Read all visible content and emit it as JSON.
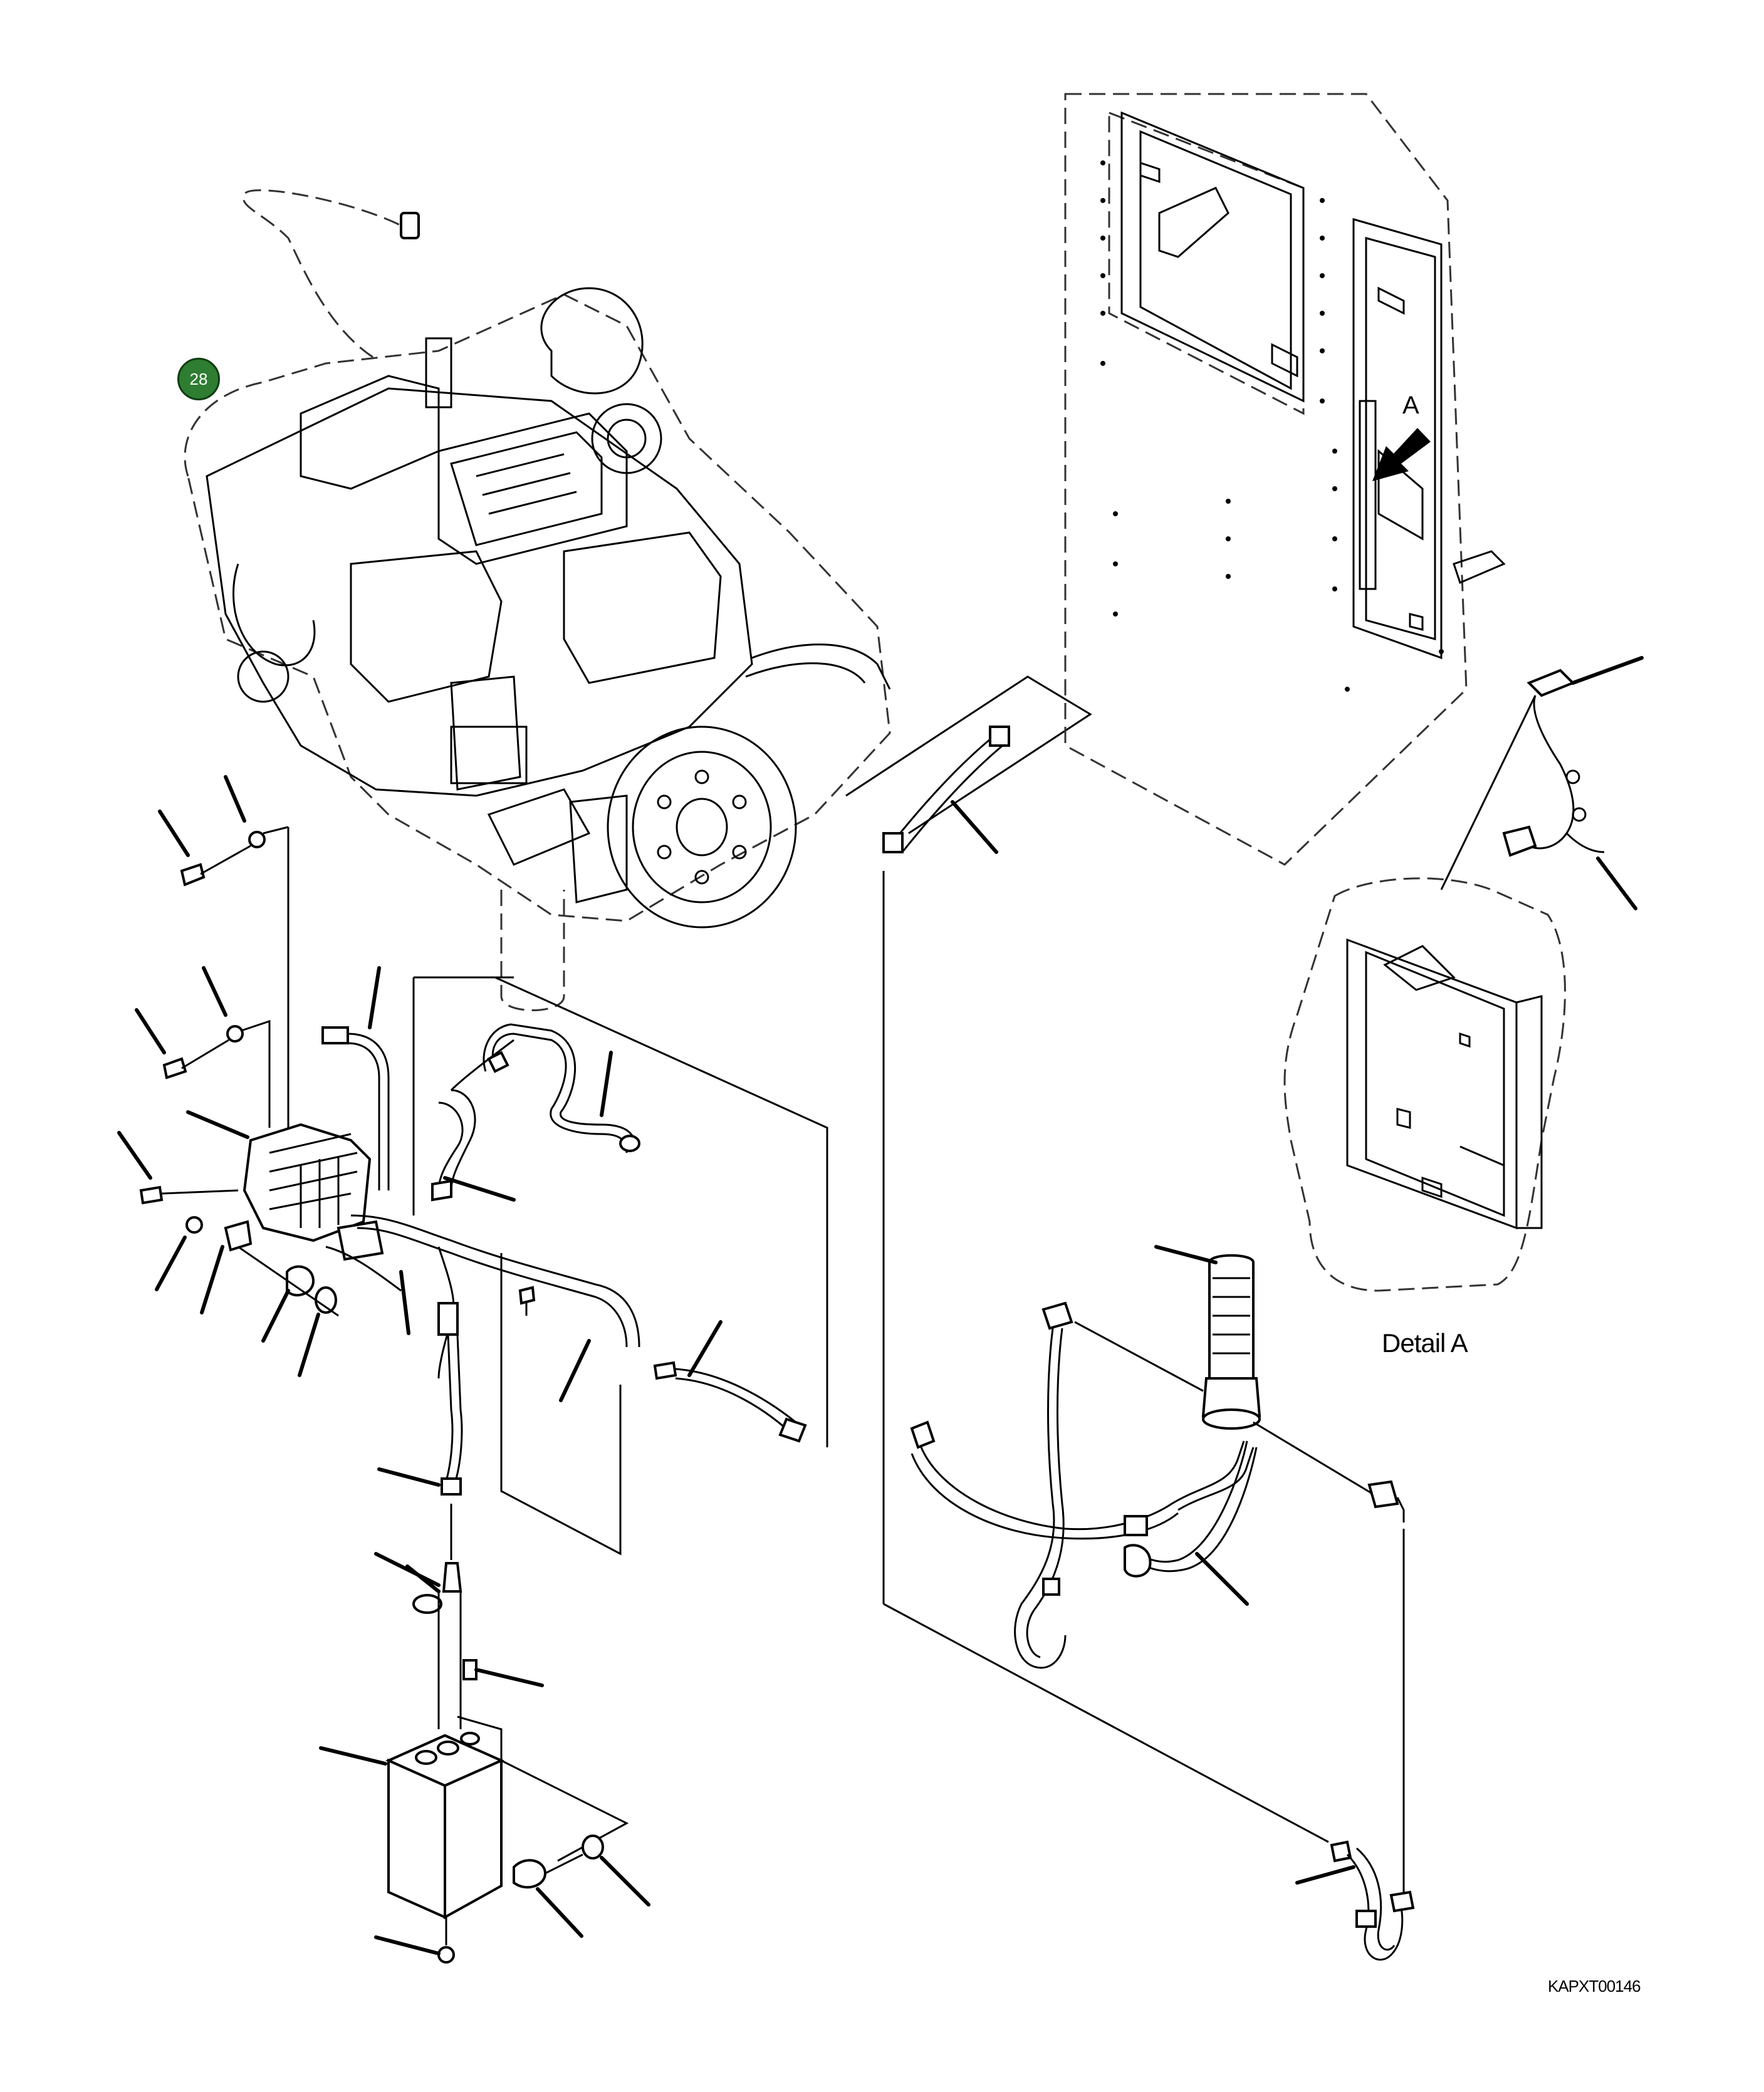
{
  "diagram": {
    "callout_badge": "28",
    "detail_view_label": "Detail A",
    "view_arrow_letter": "A",
    "drawing_code": "KAPXT00146"
  },
  "colors": {
    "badge_fill": "#2e7d32",
    "line": "#000000",
    "background": "#ffffff"
  }
}
